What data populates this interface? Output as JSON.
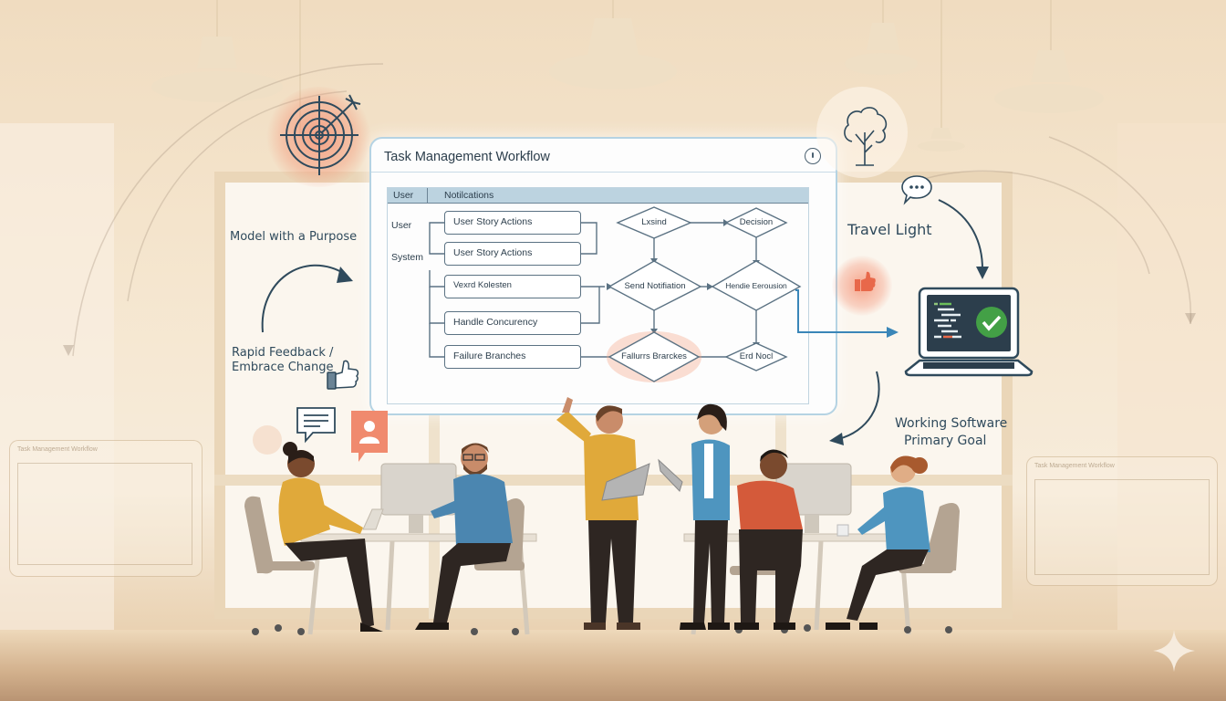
{
  "scene": {
    "description": "Team of six collaborating around desks in front of a floating workflow diagram window",
    "colors": {
      "background_warm": "#f5e6cf",
      "ink": "#2f4a5c",
      "accent_orange": "#f28c6e",
      "accent_green": "#43a046",
      "window_border": "#b5d3e3",
      "header_fill": "#bcd3e0"
    }
  },
  "workflow_window": {
    "title": "Task Management Workflow",
    "info_icon": "info-circle-icon",
    "header": {
      "col1": "User",
      "col2": "Notilcations"
    },
    "lanes": [
      "User",
      "System"
    ],
    "action_boxes": [
      "User Story Actions",
      "User Story Actions",
      "Vexrd Kolesten",
      "Handle Concurency",
      "Failure Branches"
    ],
    "decisions": [
      "Lxsind",
      "Decision",
      "Send Notifiation",
      "Hendie Eerousion",
      "Fallurrs Brarckes",
      "Erd Nocl"
    ]
  },
  "principles": {
    "model_purpose": "Model with a Purpose",
    "rapid_feedback_line1": "Rapid Feedback /",
    "rapid_feedback_line2": "Embrace Change",
    "travel_light": "Travel Light",
    "working_software_line1": "Working Software",
    "working_software_line2": "Primary Goal"
  },
  "icons": [
    "target-arrow-icon",
    "tree-icon",
    "speech-bubble-dots-icon",
    "thumbs-up-icon",
    "thumbs-up-glow-icon",
    "laptop-code-check-icon",
    "chat-lines-icon",
    "user-profile-bubble-icon",
    "sparkle-icon"
  ],
  "background_panels": {
    "left_title": "Task Management Workflow",
    "right_title": "Task Management Workflow"
  }
}
